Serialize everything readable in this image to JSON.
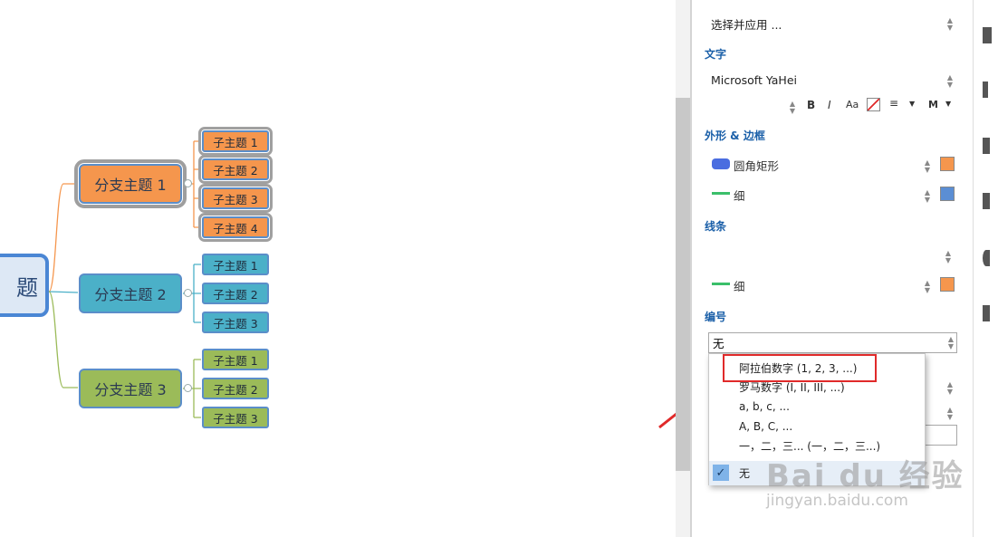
{
  "canvas": {
    "central_topic": "题",
    "branches": [
      {
        "label": "分支主题 1",
        "subs": [
          "子主题 1",
          "子主题 2",
          "子主题 3",
          "子主题 4"
        ]
      },
      {
        "label": "分支主题 2",
        "subs": [
          "子主题 1",
          "子主题 2",
          "子主题 3"
        ]
      },
      {
        "label": "分支主题 3",
        "subs": [
          "子主题 1",
          "子主题 2",
          "子主题 3"
        ]
      }
    ]
  },
  "panel": {
    "apply_select": "选择并应用 ...",
    "text_section": "文字",
    "font_name": "Microsoft YaHei",
    "toolbar": {
      "bold": "B",
      "italic": "I",
      "case": "Aa",
      "size": "M"
    },
    "shape_section": "外形 & 边框",
    "shape_value": "圆角矩形",
    "border_weight": "细",
    "line_section": "线条",
    "line_weight": "细",
    "numbering_section": "编号",
    "numbering_value": "无"
  },
  "numbering_menu": {
    "options": [
      "阿拉伯数字 (1, 2, 3, ...)",
      "罗马数字 (I, II, III, ...)",
      "a, b, c, ...",
      "A, B, C, ...",
      "一，二，三... (一，二，三...)"
    ],
    "selected": "无"
  },
  "colors": {
    "orange": "#f5964d",
    "teal": "#4bb0c8",
    "green": "#9bbb59",
    "accent_blue": "#1a5fa8",
    "highlight_red": "#e02a2a"
  },
  "watermark": {
    "brand": "Bai du 经验",
    "url": "jingyan.baidu.com"
  }
}
